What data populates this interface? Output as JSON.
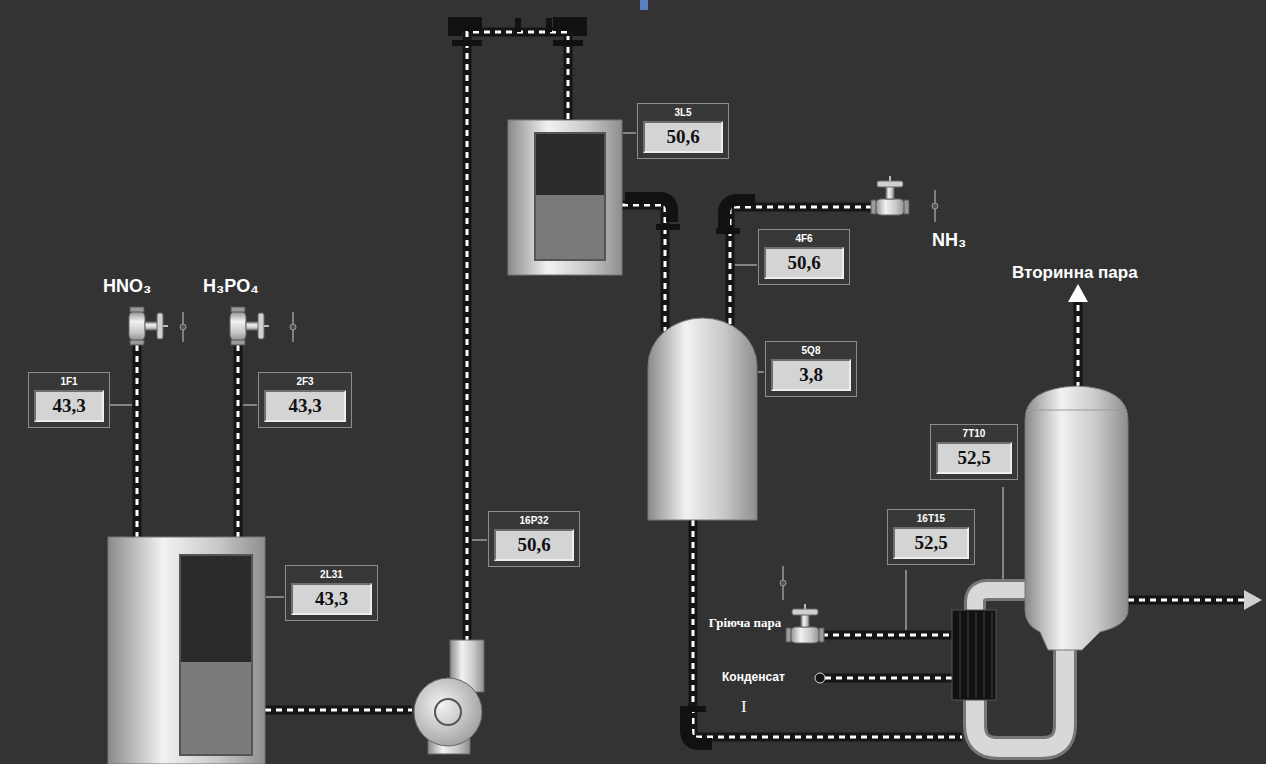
{
  "diagram": {
    "nodes": [
      {
        "text": [
          "3L5",
          "50,6"
        ]
      },
      {
        "text": [
          "4F6",
          "50,6"
        ]
      },
      {
        "text": [
          "5Q8",
          "3,8"
        ]
      },
      {
        "text": [
          "1F1",
          "43,3"
        ]
      },
      {
        "text": [
          "2F3",
          "43,3"
        ]
      },
      {
        "text": [
          "7T10",
          "52,5"
        ]
      },
      {
        "text": [
          "16P32",
          "50,6"
        ]
      },
      {
        "text": [
          "16T15",
          "52,5"
        ]
      },
      {
        "text": [
          "2L31",
          "43,3"
        ]
      }
    ],
    "labels": [
      "HNO₃",
      "H₃PO₄",
      "NH₃",
      "Вторинна пара",
      "Гріюча пара",
      "Конденсат",
      "I"
    ]
  }
}
